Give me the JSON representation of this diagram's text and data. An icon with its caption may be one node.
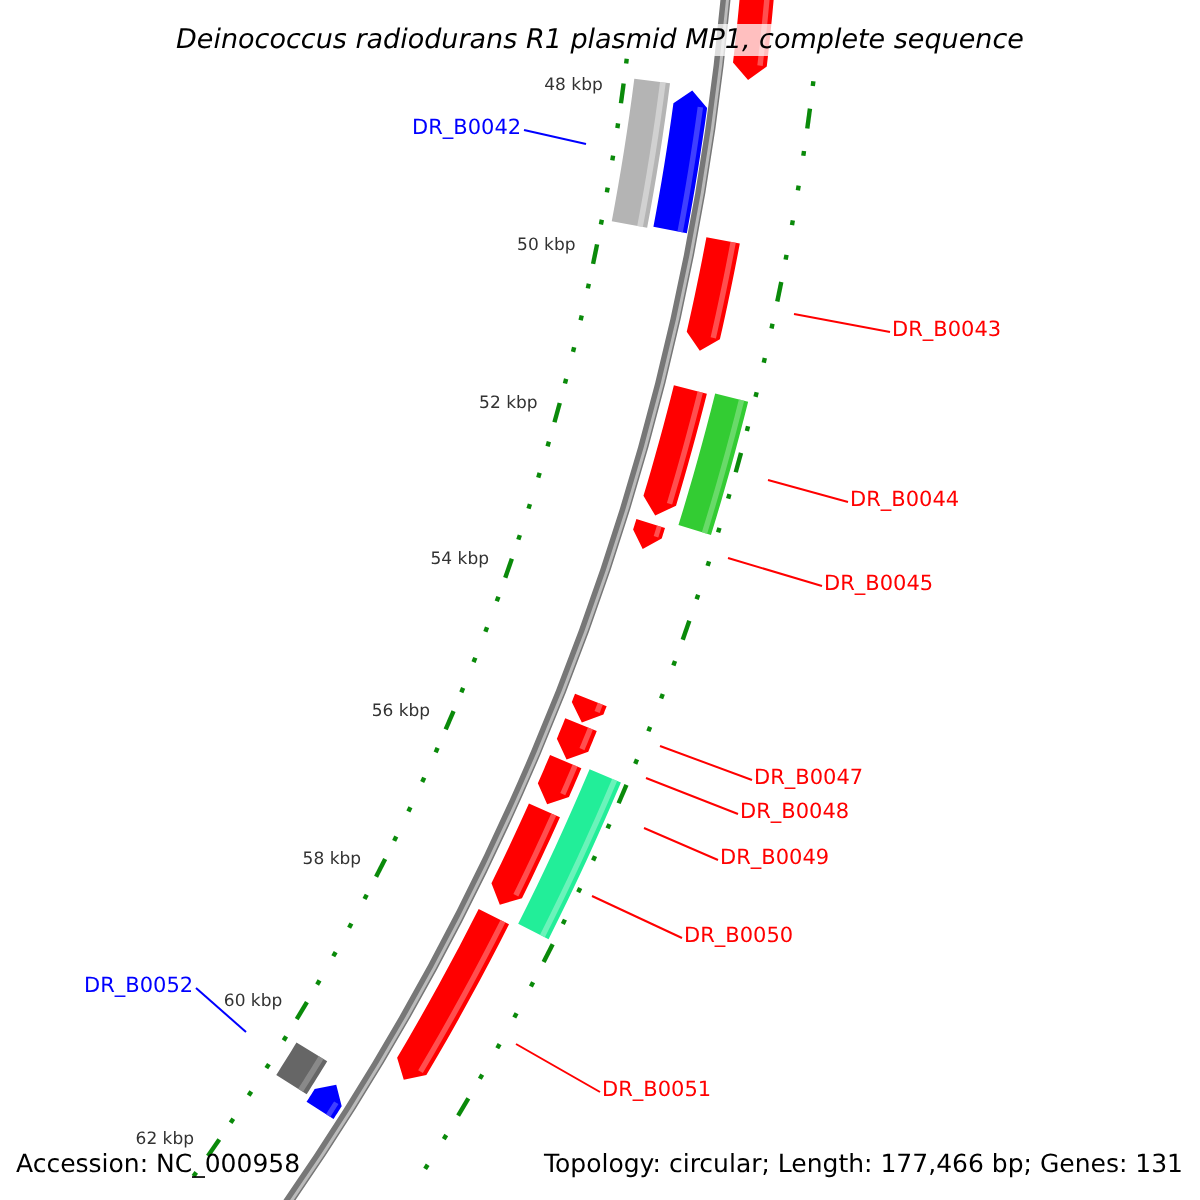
{
  "diagram": {
    "title": "Deinococcus radiodurans R1 plasmid MP1, complete sequence",
    "nodes": [
      {
        "text": [
          "DR_B0042"
        ]
      },
      {
        "text": [
          "DR_B0043"
        ]
      },
      {
        "text": [
          "DR_B0044"
        ]
      },
      {
        "text": [
          "DR_B0045"
        ]
      },
      {
        "text": [
          "DR_B0047"
        ]
      },
      {
        "text": [
          "DR_B0048"
        ]
      },
      {
        "text": [
          "DR_B0049"
        ]
      },
      {
        "text": [
          "DR_B0050"
        ]
      },
      {
        "text": [
          "DR_B0051"
        ]
      },
      {
        "text": [
          "DR_B0052"
        ]
      }
    ],
    "edges": [
      {
        "from": 0,
        "to": null,
        "arrow": "none",
        "color": "#0000ff"
      },
      {
        "from": 1,
        "to": null,
        "arrow": "none"
      },
      {
        "from": 2,
        "to": null,
        "arrow": "none"
      },
      {
        "from": 3,
        "to": null,
        "arrow": "none"
      },
      {
        "from": 4,
        "to": null,
        "arrow": "none"
      },
      {
        "from": 5,
        "to": null,
        "arrow": "none"
      },
      {
        "from": 6,
        "to": null,
        "arrow": "none"
      },
      {
        "from": 7,
        "to": null,
        "arrow": "none"
      },
      {
        "from": 8,
        "to": null,
        "arrow": "none"
      },
      {
        "from": 9,
        "to": null,
        "arrow": "none",
        "color": "#0000ff"
      }
    ],
    "labels": [
      "48 kbp",
      "50 kbp",
      "52 kbp",
      "54 kbp",
      "56 kbp",
      "58 kbp",
      "60 kbp",
      "62 kbp",
      "Accession: NC_000958",
      "Topology: circular; Length: 177,466 bp; Genes: 131"
    ]
  }
}
